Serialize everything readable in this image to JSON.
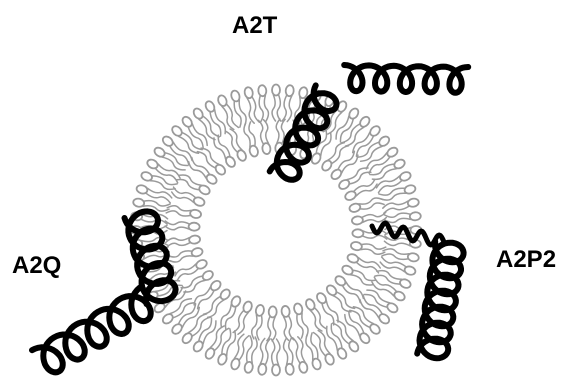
{
  "labels": {
    "top": "A2T",
    "left": "A2Q",
    "right": "A2P2"
  },
  "micelle": {
    "lipid_color": "#9a9a9a",
    "outer_ring_count": 64,
    "inner_ring_count": 40
  },
  "helix_color": "#000000",
  "icons": [
    "lipid-micelle",
    "alpha-helix-peptide"
  ]
}
